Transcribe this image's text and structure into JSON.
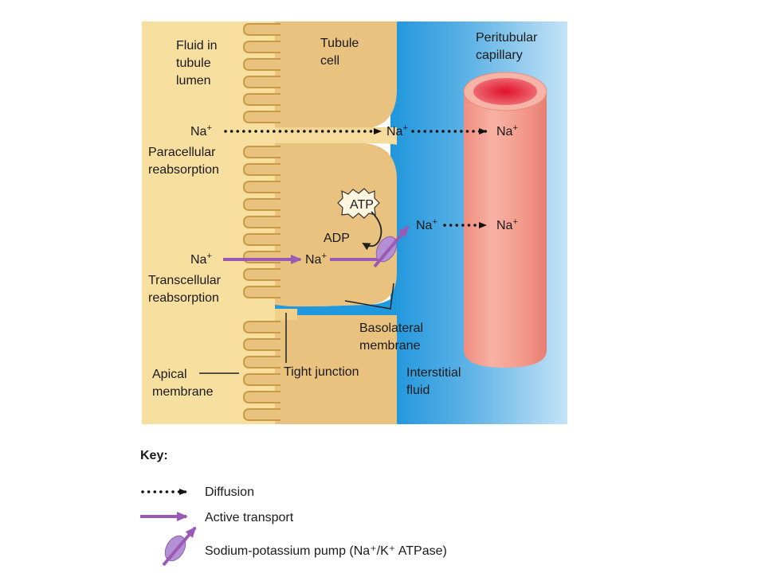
{
  "diagram": {
    "labels": {
      "lumen_line1": "Fluid in",
      "lumen_line2": "tubule",
      "lumen_line3": "lumen",
      "cell_line1": "Tubule",
      "cell_line2": "cell",
      "capillary_line1": "Peritubular",
      "capillary_line2": "capillary",
      "paracellular_line1": "Paracellular",
      "paracellular_line2": "reabsorption",
      "transcellular_line1": "Transcellular",
      "transcellular_line2": "reabsorption",
      "basolateral_line1": "Basolateral",
      "basolateral_line2": "membrane",
      "apical_line1": "Apical",
      "apical_line2": "membrane",
      "tight_junction": "Tight junction",
      "interstitial_line1": "Interstitial",
      "interstitial_line2": "fluid",
      "atp": "ATP",
      "adp": "ADP",
      "na": "Na",
      "plus": "+"
    }
  },
  "key": {
    "title": "Key:",
    "diffusion": "Diffusion",
    "active_transport": "Active transport",
    "pump": "Sodium-potassium pump (Na⁺/K⁺ ATPase)"
  },
  "colors": {
    "lumen": "#f7df9f",
    "cell": "#e8c27e",
    "interstitial_dark": "#1d95dc",
    "interstitial_light": "#b8dcf4",
    "capillary": "#f4a596",
    "capillary_inner": "#e3142a",
    "active_transport": "#9b59b6"
  }
}
